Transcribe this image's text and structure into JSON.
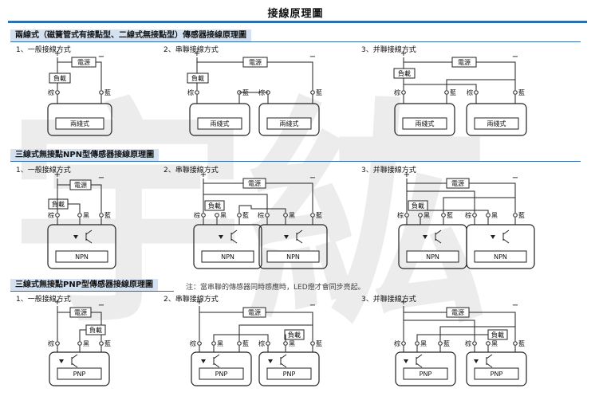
{
  "page_title": "接線原理圖",
  "watermark": "宇紘",
  "sections": [
    {
      "header": "兩線式（磁簧管式有接點型、二線式無接點型）傳感器接線原理圖",
      "captions": [
        "1、一般接線方式",
        "2、串聯接線方式",
        "3、并聯接線方式"
      ]
    },
    {
      "header": "三線式無接點NPN型傳感器接線原理圖",
      "captions": [
        "1、一般接線方式",
        "2、串聯接線方式",
        "3、并聯接線方式"
      ]
    },
    {
      "header": "三線式無接點PNP型傳感器接線原理圖",
      "note": "注：當串聯的傳感器同時感應時，LED燈才會同步亮起。",
      "captions": [
        "1、一般接線方式",
        "2、串聯接線方式",
        "3、并聯接線方式"
      ]
    }
  ],
  "labels": {
    "power": "電源",
    "load": "負載",
    "brown": "棕",
    "blue": "藍",
    "black": "黑",
    "plus": "+",
    "minus": "−",
    "two_wire": "兩綫式",
    "npn": "NPN",
    "pnp": "PNP"
  },
  "colors": {
    "header_bg": "#d4e1f0",
    "rule": "#2f6fae"
  }
}
